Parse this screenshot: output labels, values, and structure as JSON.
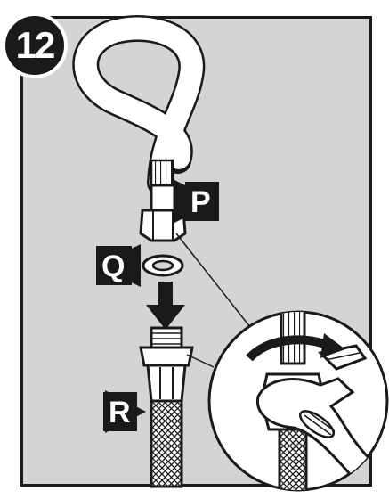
{
  "step": {
    "number": "12"
  },
  "callouts": [
    {
      "id": "P",
      "label": "P"
    },
    {
      "id": "Q",
      "label": "Q"
    },
    {
      "id": "R",
      "label": "R"
    }
  ],
  "icons": [
    "flexible-hose-icon",
    "rubber-washer-icon",
    "threaded-fitting-icon",
    "adjustable-wrench-icon",
    "rotation-arrow-icon",
    "push-down-arrow-icon"
  ],
  "colors": {
    "panel": "#d4d4d4",
    "ink": "#1a1a1a",
    "paper": "#ffffff"
  }
}
